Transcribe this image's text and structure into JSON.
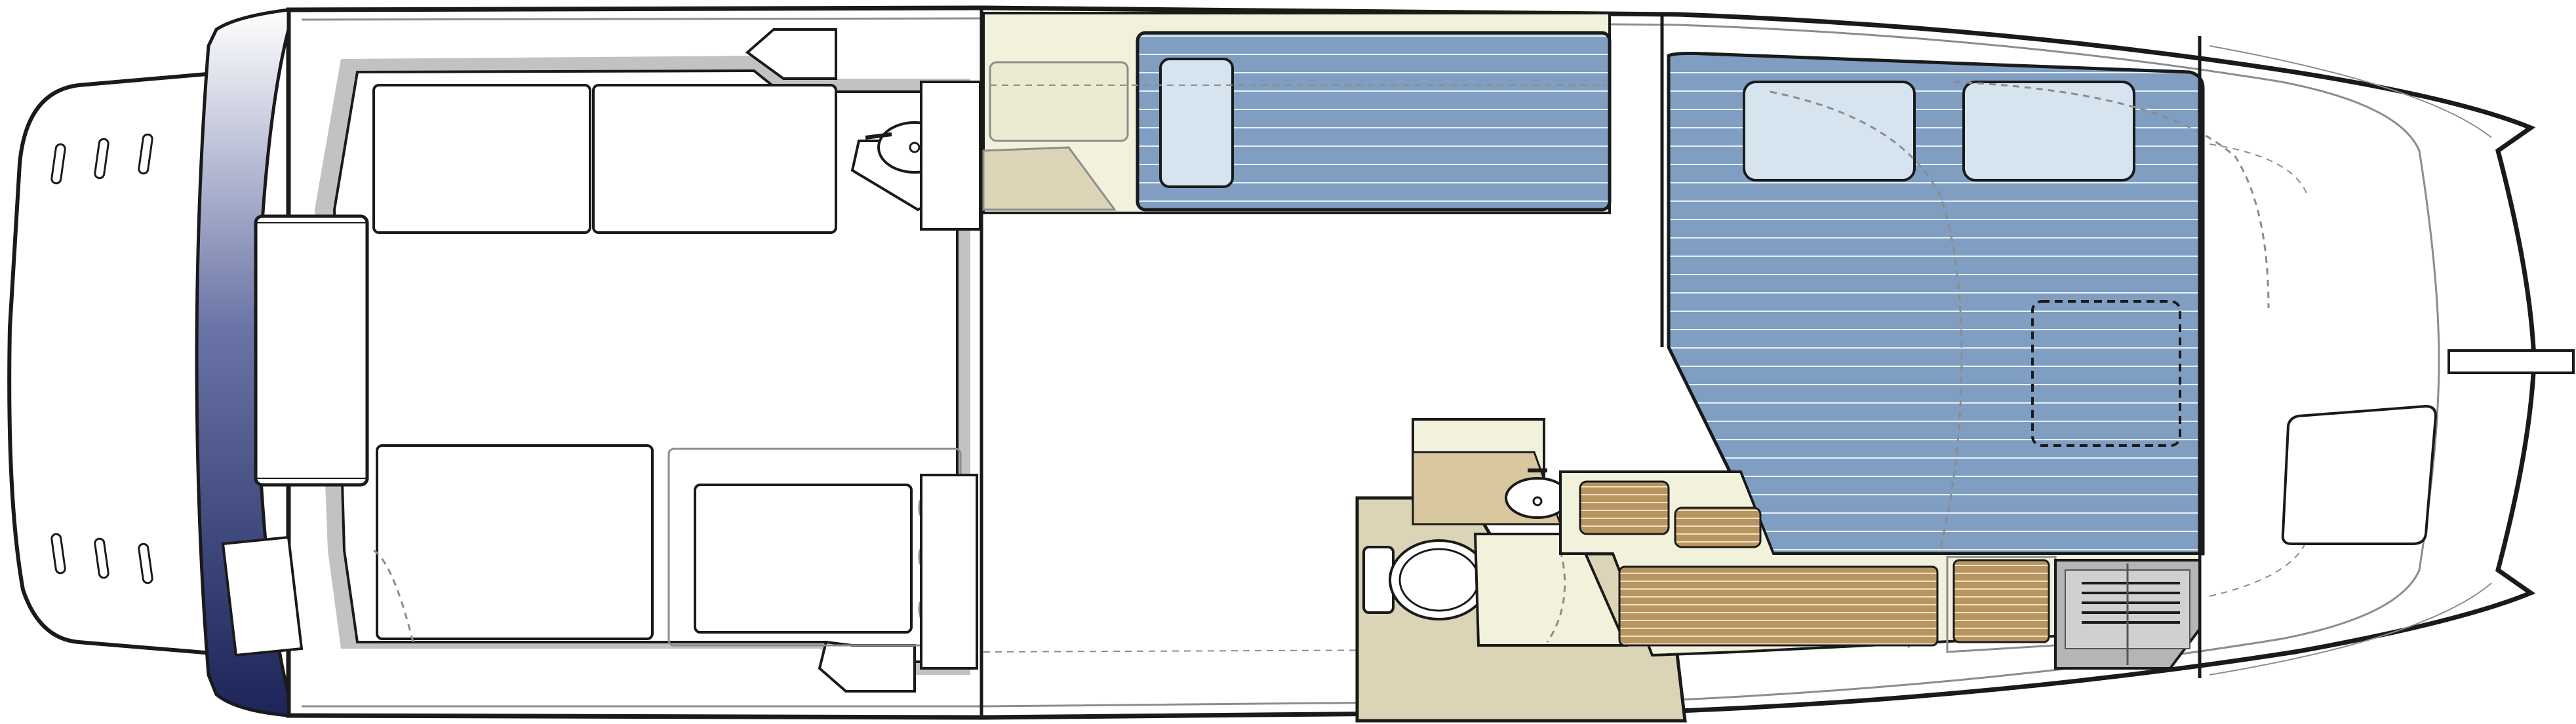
{
  "diagram": {
    "kind": "boat-deck-plan",
    "view": "top",
    "orientation": "stern-left-bow-right",
    "labels": []
  },
  "colors": {
    "background": "#ffffff",
    "outline": "#1a1a1a",
    "thin_line": "#8c8c8c",
    "hull_fill": "#ffffff",
    "stern_gradient_light": "#ffffff",
    "stern_gradient_dark": "#1c2458",
    "shadow": "#c2c2c2",
    "cream": "#f1f1dc",
    "cream_dark": "#dcd4b6",
    "tan": "#d9c7a0",
    "blue_deck": "#7f9ec2",
    "blue_deck_line": "#e8f0f8",
    "cushion": "#d6e4f0",
    "teak": "#b89461",
    "teak_dark": "#6b4f2a",
    "teak_line": "#f0e2c4",
    "grey_panel": "#b5b5b5",
    "dark_grey": "#555555"
  },
  "zones": [
    {
      "name": "stern-bathing-platform",
      "kind": "platform"
    },
    {
      "name": "transom",
      "kind": "transom"
    },
    {
      "name": "aft-cockpit",
      "kind": "cockpit"
    },
    {
      "name": "aft-cabin-seating",
      "kind": "seating"
    },
    {
      "name": "aft-washbasin",
      "kind": "fixture"
    },
    {
      "name": "central-deck",
      "kind": "deck"
    },
    {
      "name": "forward-cabin-berth",
      "kind": "berth"
    },
    {
      "name": "saloon-dinette",
      "kind": "dinette"
    },
    {
      "name": "head-compartment",
      "kind": "head"
    },
    {
      "name": "galley",
      "kind": "galley"
    },
    {
      "name": "engine-vent",
      "kind": "vent"
    },
    {
      "name": "bow-foredeck",
      "kind": "foredeck"
    },
    {
      "name": "bow-hatch",
      "kind": "hatch"
    },
    {
      "name": "anchor-bowsprit",
      "kind": "fixture"
    }
  ]
}
